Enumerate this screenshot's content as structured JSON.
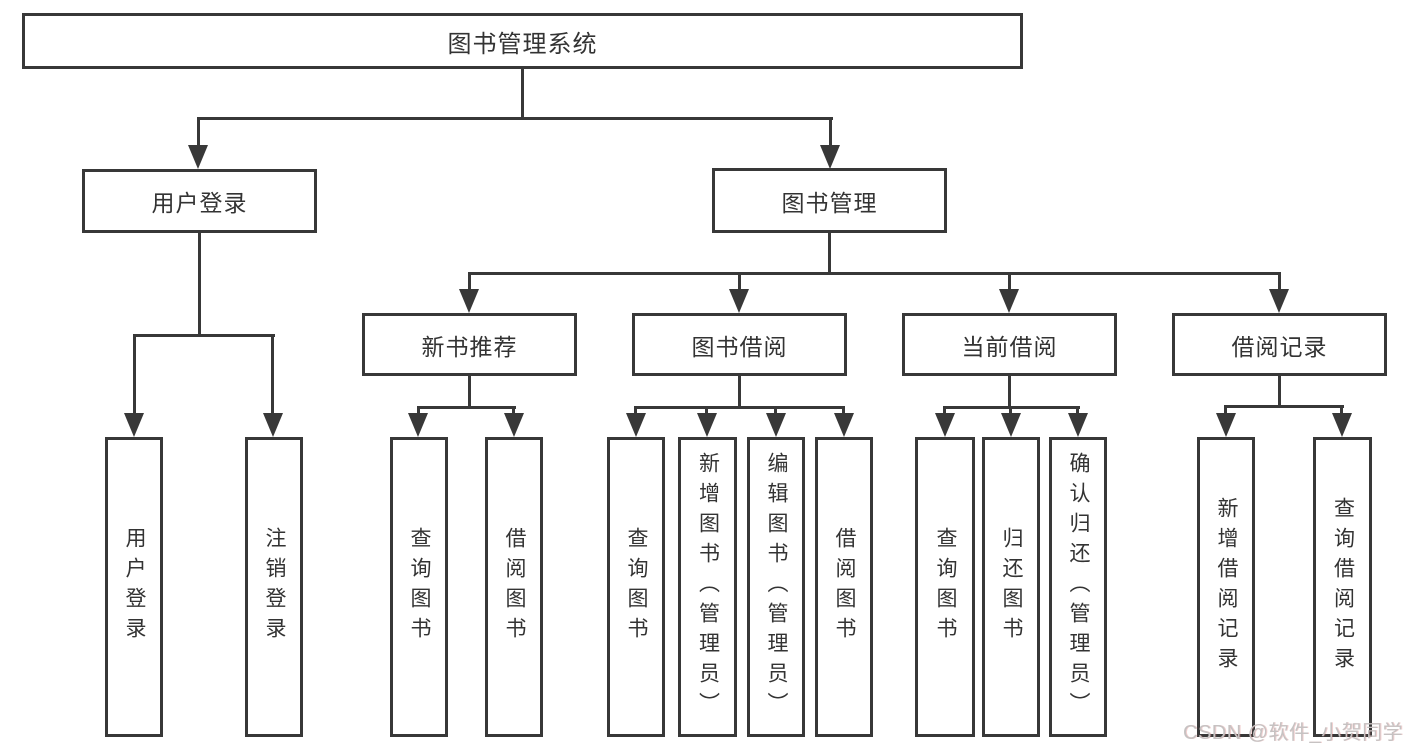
{
  "colors": {
    "line": "#383838",
    "node_text": "#333333",
    "background": "#ffffff",
    "watermark": "#c6c2c2"
  },
  "tree": {
    "label": "图书管理系统",
    "children": [
      {
        "label": "用户登录",
        "children": [
          {
            "label": "用户登录"
          },
          {
            "label": "注销登录"
          }
        ]
      },
      {
        "label": "图书管理",
        "children": [
          {
            "label": "新书推荐",
            "children": [
              {
                "label": "查询图书"
              },
              {
                "label": "借阅图书"
              }
            ]
          },
          {
            "label": "图书借阅",
            "children": [
              {
                "label": "查询图书"
              },
              {
                "label": "新增图书（管理员）"
              },
              {
                "label": "编辑图书（管理员）"
              },
              {
                "label": "借阅图书"
              }
            ]
          },
          {
            "label": "当前借阅",
            "children": [
              {
                "label": "查询图书"
              },
              {
                "label": "归还图书"
              },
              {
                "label": "确认归还（管理员）"
              }
            ]
          },
          {
            "label": "借阅记录",
            "children": [
              {
                "label": "新增借阅记录"
              },
              {
                "label": "查询借阅记录"
              }
            ]
          }
        ]
      }
    ]
  },
  "watermark": {
    "text": "CSDN @软件_小贺同学"
  }
}
